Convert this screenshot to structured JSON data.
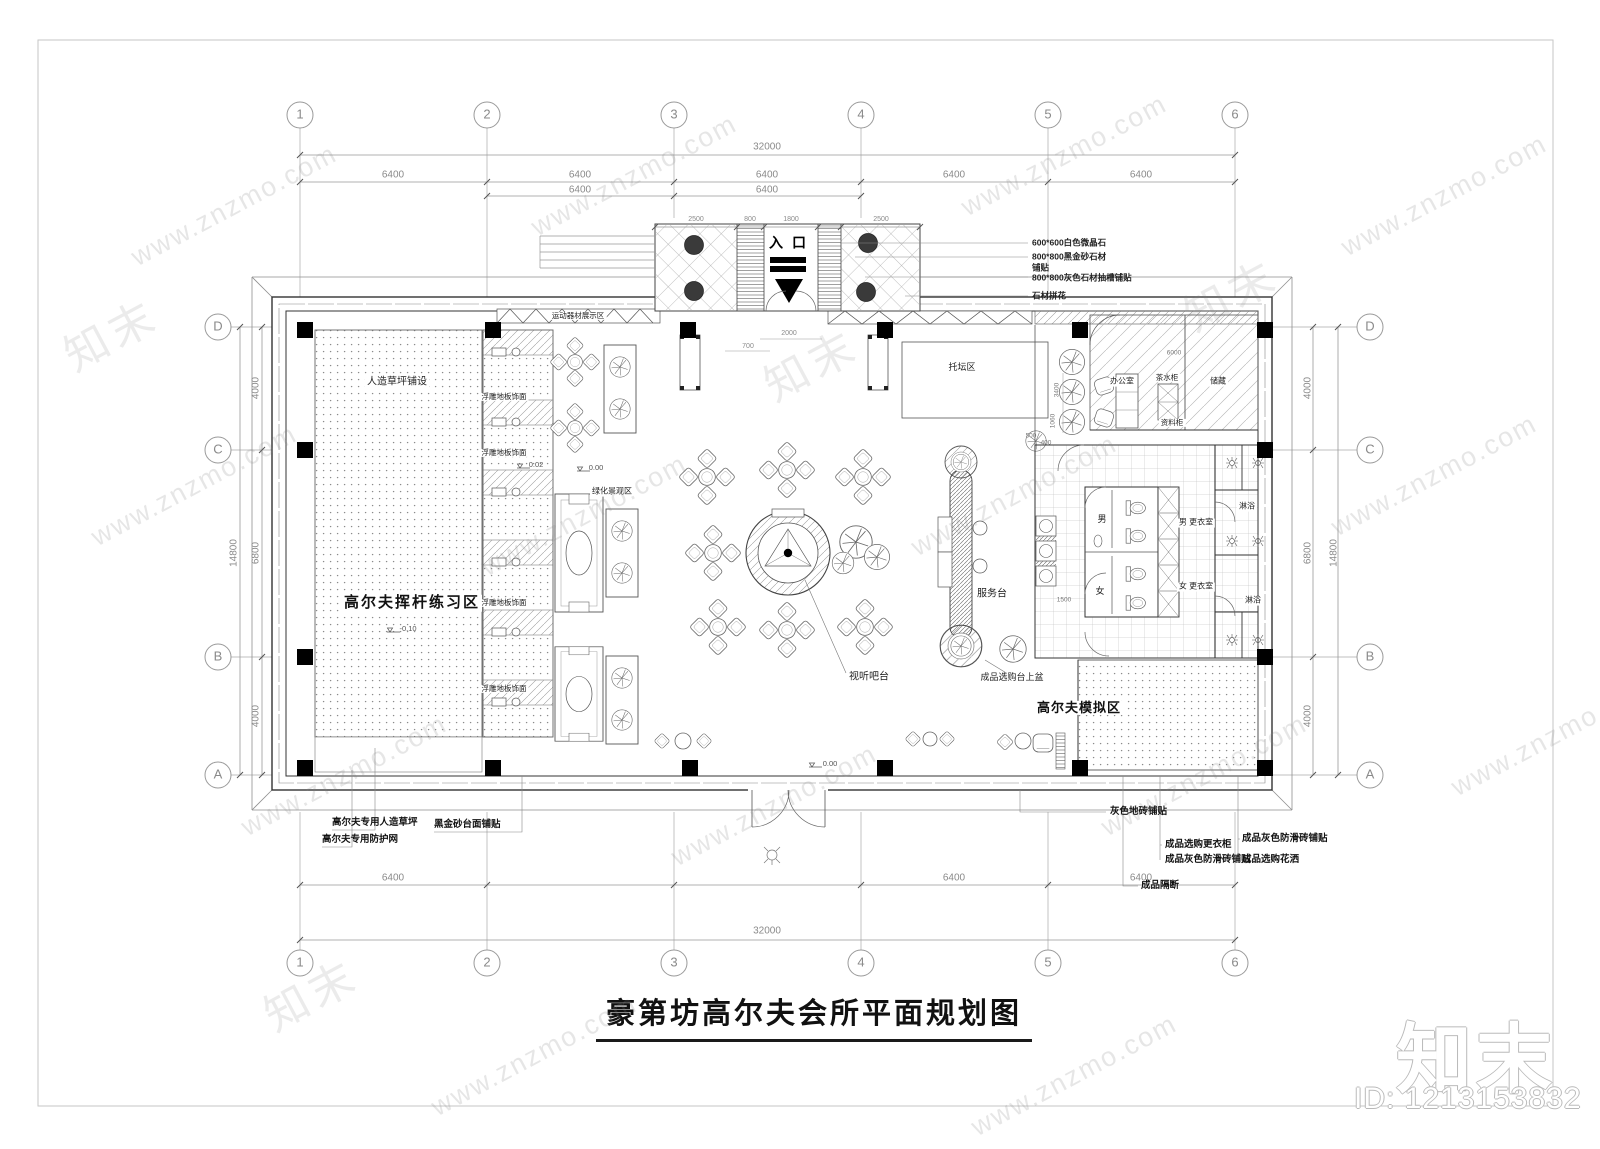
{
  "title": "豪第坊高尔夫会所平面规划图",
  "brand": {
    "logo": "知末",
    "id": "ID: 1213153832"
  },
  "watermark": {
    "text": "www.znzmo.com",
    "cn": "知末"
  },
  "grid": {
    "cols": [
      "1",
      "2",
      "3",
      "4",
      "5",
      "6"
    ],
    "rows": [
      "D",
      "C",
      "B",
      "A"
    ],
    "top": {
      "total": "32000",
      "segs": [
        "6400",
        "6400",
        "6400",
        "6400",
        "6400"
      ],
      "dups": [
        "6400",
        "6400"
      ]
    },
    "bottom": {
      "total": "32000",
      "segs": [
        "6400",
        "6400",
        "6400"
      ]
    },
    "side": {
      "total": "14800",
      "segs": [
        "4000",
        "6800",
        "4000"
      ]
    }
  },
  "entrance": {
    "label": "入口",
    "dims": [
      "2500",
      "800",
      "1800",
      "2500"
    ],
    "below_dims": [
      "2000",
      "700"
    ]
  },
  "materials": [
    "600*600白色微晶石",
    "800*800黑金砂石材",
    "铺贴",
    "800*800灰色石材抽槽铺贴",
    "石材拼花"
  ],
  "zones": {
    "turf_note": "人造草坪铺设",
    "swing_area": "高尔夫挥杆练习区",
    "floor_strip": "浮雕地板饰面",
    "equipment_display": "运动器材展示区",
    "green_area": "绿化景观区",
    "cloak_area": "托坛区",
    "office": "办公室",
    "tea_cabinet": "茶水柜",
    "storage": "储藏",
    "file_cabinet": "资料柜",
    "men": "男",
    "women": "女",
    "men_changing": "男 更衣室",
    "women_changing": "女 更衣室",
    "shower": "淋浴",
    "service_desk": "服务台",
    "av_bar": "视听吧台",
    "golf_sim": "高尔夫模拟区",
    "basin_note": "成品选购台上盆"
  },
  "notes_left": [
    "高尔夫专用人造草坪",
    "高尔夫专用防护网",
    "黑金砂台面铺贴"
  ],
  "notes_right": [
    "灰色地砖铺贴",
    "成品选购更衣柜",
    "成品灰色防滑砖铺贴",
    "成品选购花洒",
    "成品隔断"
  ],
  "levels": [
    "0.02",
    "0.00",
    "-0.10",
    "0.00"
  ],
  "small_dims": {
    "d3400": "3400",
    "d1060": "1060",
    "d500": "500",
    "d400": "400",
    "d6000": "6000",
    "d1500": "1500"
  }
}
